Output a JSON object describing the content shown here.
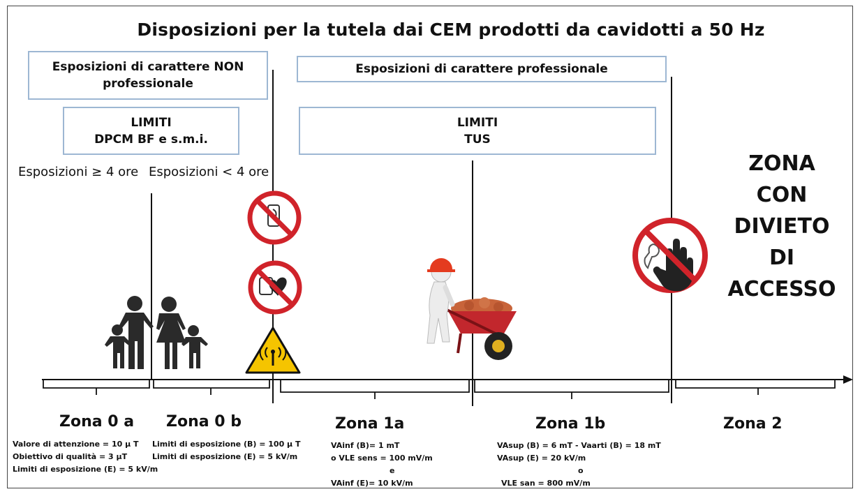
{
  "title": "Disposizioni per la tutela dai CEM prodotti da cavidotti a 50 Hz",
  "boxes": {
    "non_prof_line1": "Esposizioni di carattere NON",
    "non_prof_line2": "professionale",
    "limiti_left_line1": "LIMITI",
    "limiti_left_line2": "DPCM BF e s.m.i.",
    "prof": "Esposizioni di carattere professionale",
    "limiti_right_line1": "LIMITI",
    "limiti_right_line2": "TUS"
  },
  "exposure": {
    "ge4": "Esposizioni ≥ 4 ore",
    "lt4": "Esposizioni < 4 ore"
  },
  "forbidden_zone": [
    "ZONA",
    "CON",
    "DIVIETO",
    "DI",
    "ACCESSO"
  ],
  "zones": {
    "z0a": "Zona 0 a",
    "z0b": "Zona 0 b",
    "z1a": "Zona 1a",
    "z1b": "Zona 1b",
    "z2": "Zona 2"
  },
  "notes": {
    "z0a": [
      "Valore di attenzione = 10 μ T",
      "Obiettivo di qualità = 3 μT",
      "Limiti di esposizione (E) = 5 kV/m"
    ],
    "z0b": [
      "Limiti di esposizione (B) = 100 μ T",
      "Limiti di esposizione (E) = 5 kV/m"
    ],
    "z1a": [
      "VAinf (B)= 1 mT",
      "o  VLE sens = 100 mV/m",
      "e",
      "VAinf (E)= 10 kV/m"
    ],
    "z1b": [
      "VAsup (B) = 6 mT  -  Vaarti (B) = 18 mT",
      "VAsup (E) = 20 kV/m",
      "o",
      "VLE san = 800 mV/m"
    ]
  },
  "icons": [
    "no-mobile-phone-icon",
    "no-pacemaker-icon",
    "electromagnetic-warning-icon",
    "no-access-hand-icon",
    "family-icon",
    "worker-wheelbarrow-icon"
  ],
  "colors": {
    "prohibition_red": "#d0232a",
    "warning_yellow": "#f5c400",
    "box_border": "#9db7d3"
  }
}
